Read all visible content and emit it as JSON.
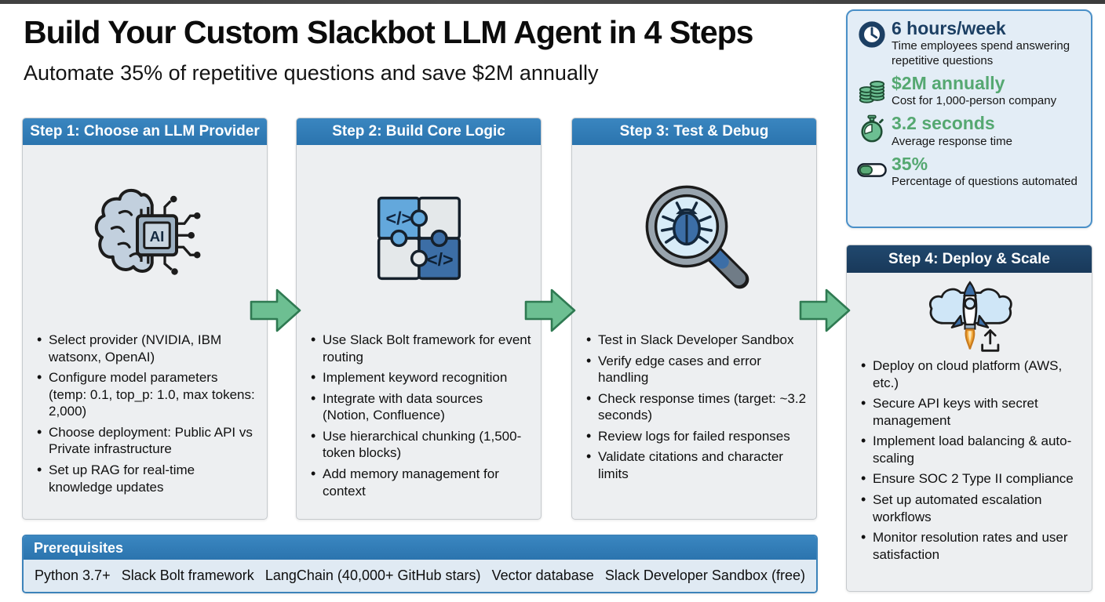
{
  "page": {
    "title": "Build Your Custom Slackbot LLM Agent in 4 Steps",
    "subtitle": "Automate 35% of repetitive questions and save $2M annually"
  },
  "stats_panel": {
    "items": [
      {
        "icon": "clock-icon",
        "value": "6 hours/week",
        "description": "Time employees spend answering repetitive questions",
        "value_color": "#1c3f63"
      },
      {
        "icon": "coins-icon",
        "value": "$2M annually",
        "description": "Cost for 1,000-person company",
        "value_color": "#55a871"
      },
      {
        "icon": "stopwatch-icon",
        "value": "3.2 seconds",
        "description": "Average response time",
        "value_color": "#55a871"
      },
      {
        "icon": "progress-bar-icon",
        "value": "35%",
        "description": "Percentage of questions automated",
        "value_color": "#55a871"
      }
    ]
  },
  "steps": [
    {
      "title": "Step 1: Choose an LLM Provider",
      "icon": "brain-ai-chip-icon",
      "bullets": [
        "Select provider (NVIDIA, IBM watsonx, OpenAI)",
        "Configure model parameters (temp: 0.1, top_p: 1.0, max tokens: 2,000)",
        "Choose deployment: Public API vs Private infrastructure",
        "Set up RAG for real-time knowledge updates"
      ]
    },
    {
      "title": "Step 2: Build Core Logic",
      "icon": "puzzle-code-icon",
      "bullets": [
        "Use Slack Bolt framework for event routing",
        "Implement keyword recognition",
        "Integrate with data sources (Notion, Confluence)",
        "Use hierarchical chunking (1,500-token blocks)",
        "Add memory management for context"
      ]
    },
    {
      "title": "Step 3: Test & Debug",
      "icon": "bug-magnifier-icon",
      "bullets": [
        "Test in Slack Developer Sandbox",
        "Verify edge cases and error handling",
        "Check response times (target: ~3.2 seconds)",
        "Review logs for failed responses",
        "Validate citations and character limits"
      ]
    },
    {
      "title": "Step 4: Deploy & Scale",
      "icon": "rocket-cloud-icon",
      "bullets": [
        "Deploy on cloud platform (AWS, etc.)",
        "Secure API keys with secret management",
        "Implement load balancing & auto-scaling",
        "Ensure SOC 2 Type II compliance",
        "Set up automated escalation workflows",
        "Monitor resolution rates and user satisfaction"
      ]
    }
  ],
  "prerequisites": {
    "title": "Prerequisites",
    "items": [
      "Python 3.7+",
      "Slack Bolt framework",
      "LangChain (40,000+ GitHub stars)",
      "Vector database",
      "Slack Developer Sandbox (free)"
    ]
  },
  "colors": {
    "step_header_blue": "#2f7db9",
    "step4_header_navy": "#1c3f63",
    "arrow_green": "#6dbf92",
    "arrow_outline_green": "#2f7a52",
    "stat_green": "#55a871",
    "stat_navy": "#1c3f63",
    "stats_panel_bg": "#e3edf6",
    "stats_panel_border": "#4a90c8",
    "card_bg": "#edeff1",
    "prereq_body_bg": "#e0eaf3"
  }
}
